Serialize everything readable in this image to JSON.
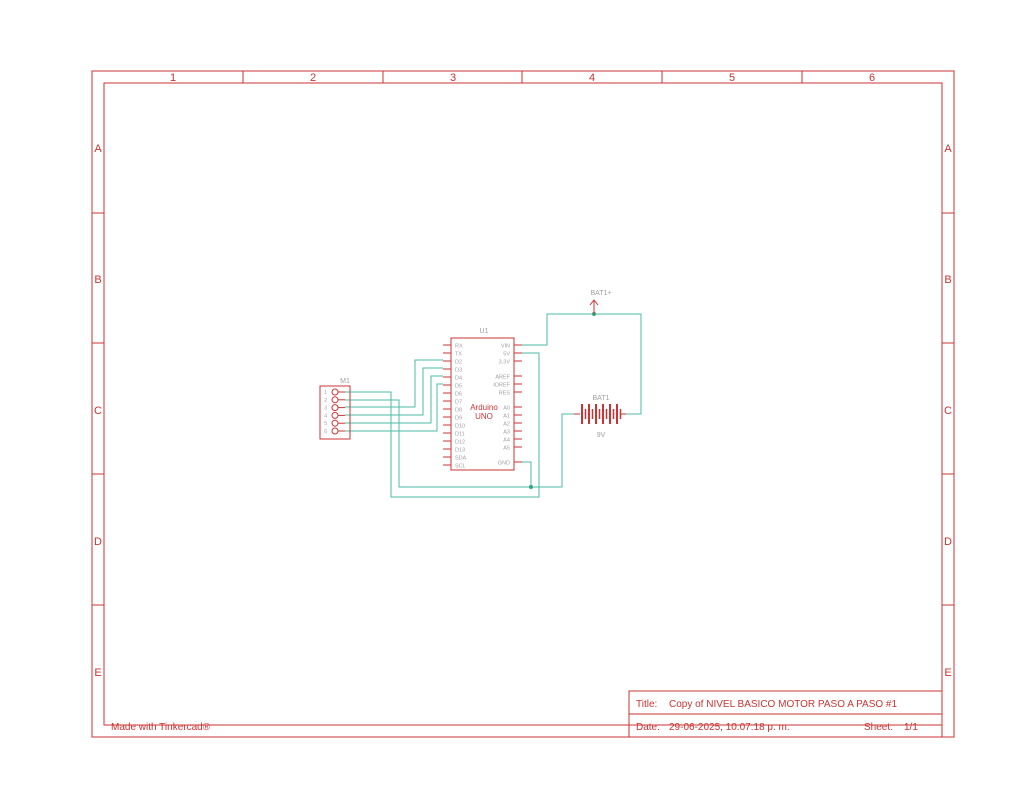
{
  "frame": {
    "columns": [
      "1",
      "2",
      "3",
      "4",
      "5",
      "6"
    ],
    "rows": [
      "A",
      "B",
      "C",
      "D",
      "E"
    ]
  },
  "footer": {
    "made_with": "Made with Tinkercad®"
  },
  "title_block": {
    "title_label": "Title:",
    "title_value": "Copy of NIVEL BASICO MOTOR PASO A PASO #1",
    "date_label": "Date:",
    "date_value": "29-06-2025, 10:07:18 p. m.",
    "sheet_label": "Sheet:",
    "sheet_value": "1/1"
  },
  "components": {
    "arduino": {
      "ref": "U1",
      "name_line1": "Arduino",
      "name_line2": "UNO",
      "left_pins": [
        "RX",
        "TX",
        "D2",
        "D3",
        "D4",
        "D5",
        "D6",
        "D7",
        "D8",
        "D9",
        "D10",
        "D11",
        "D12",
        "D13",
        "SDA",
        "SCL"
      ],
      "right_pins_top": [
        "VIN",
        "5V",
        "3.3V"
      ],
      "right_pins_mid": [
        "AREF",
        "IOREF",
        "RES"
      ],
      "right_pins_analog": [
        "A0",
        "A1",
        "A2",
        "A3",
        "A4",
        "A5"
      ],
      "right_pin_gnd": "GND"
    },
    "motor": {
      "ref": "M1",
      "pins": [
        "1",
        "2",
        "3",
        "4",
        "5",
        "6"
      ]
    },
    "battery": {
      "ref": "BAT1",
      "value": "9V",
      "terminal_label": "BAT1+"
    }
  },
  "colors": {
    "frame": "#cc3333",
    "wire": "#4dbba6",
    "junction": "#2aa87f",
    "muted_text": "#a0a0a0"
  }
}
